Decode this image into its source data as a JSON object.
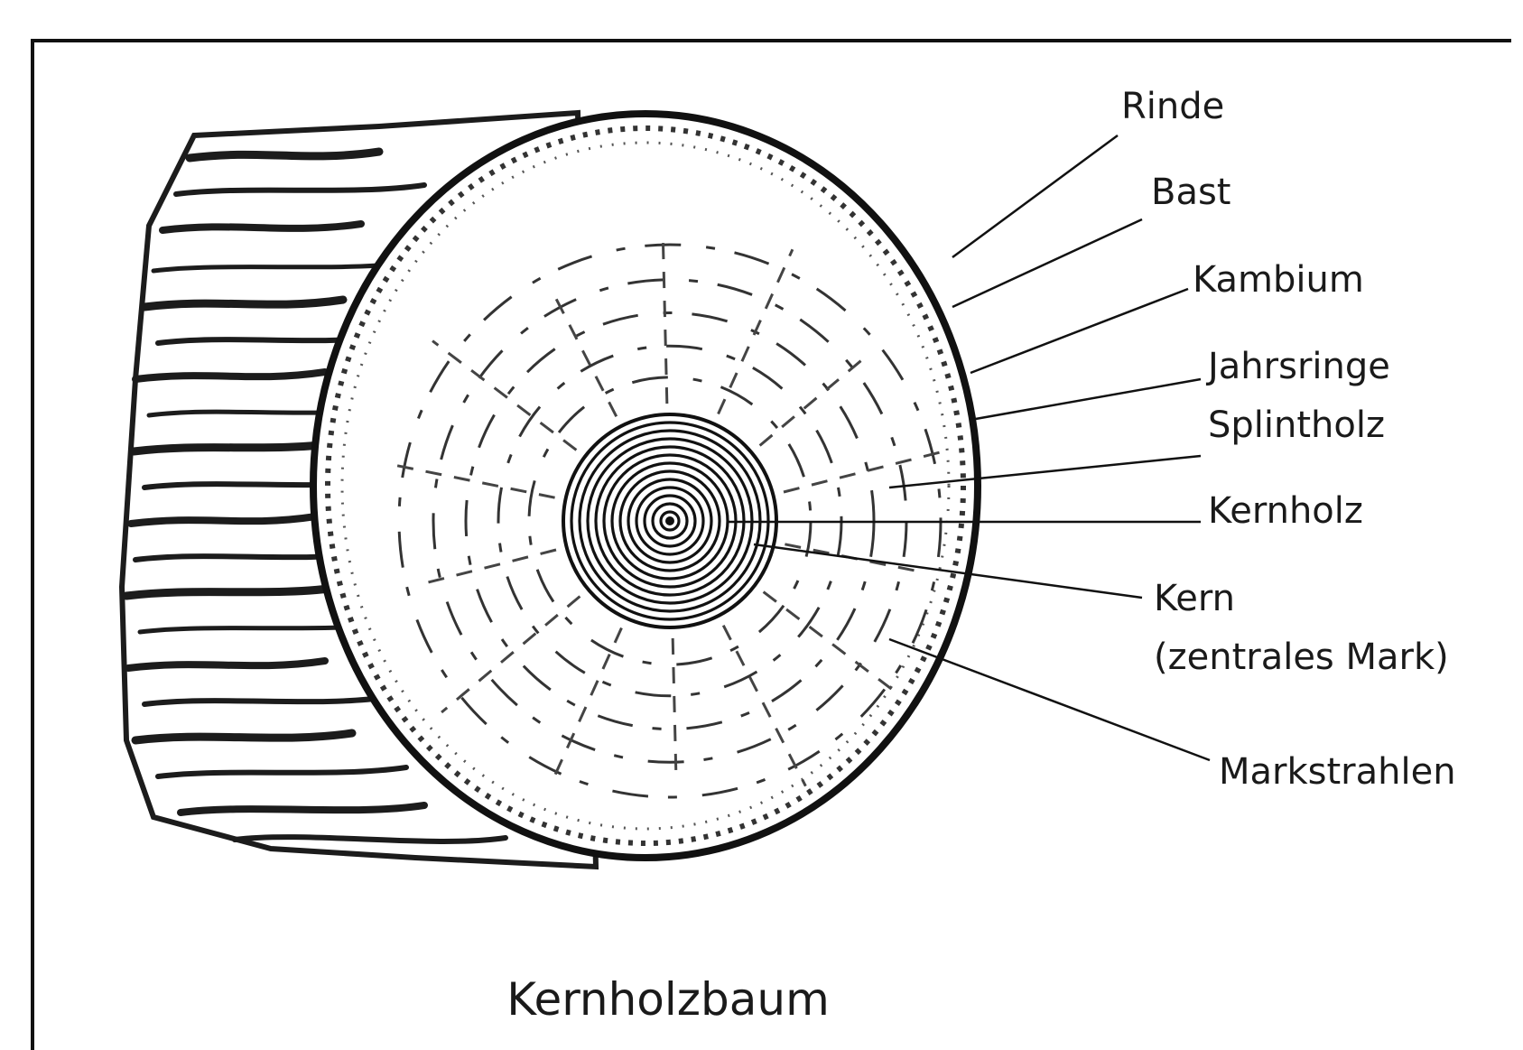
{
  "labels": {
    "rinde": "Rinde",
    "bast": "Bast",
    "kambium": "Kambium",
    "jahrsringe": "Jahrsringe",
    "splintholz": "Splintholz",
    "kernholz": "Kernholz",
    "kern_line1": "Kern",
    "kern_line2": "(zentrales Mark)",
    "markstrahlen": "Markstrahlen"
  },
  "caption": "Kernholzbaum",
  "colors": {
    "ink": "#111111",
    "bark": "#1c1c1c",
    "paper": "#ffffff"
  }
}
